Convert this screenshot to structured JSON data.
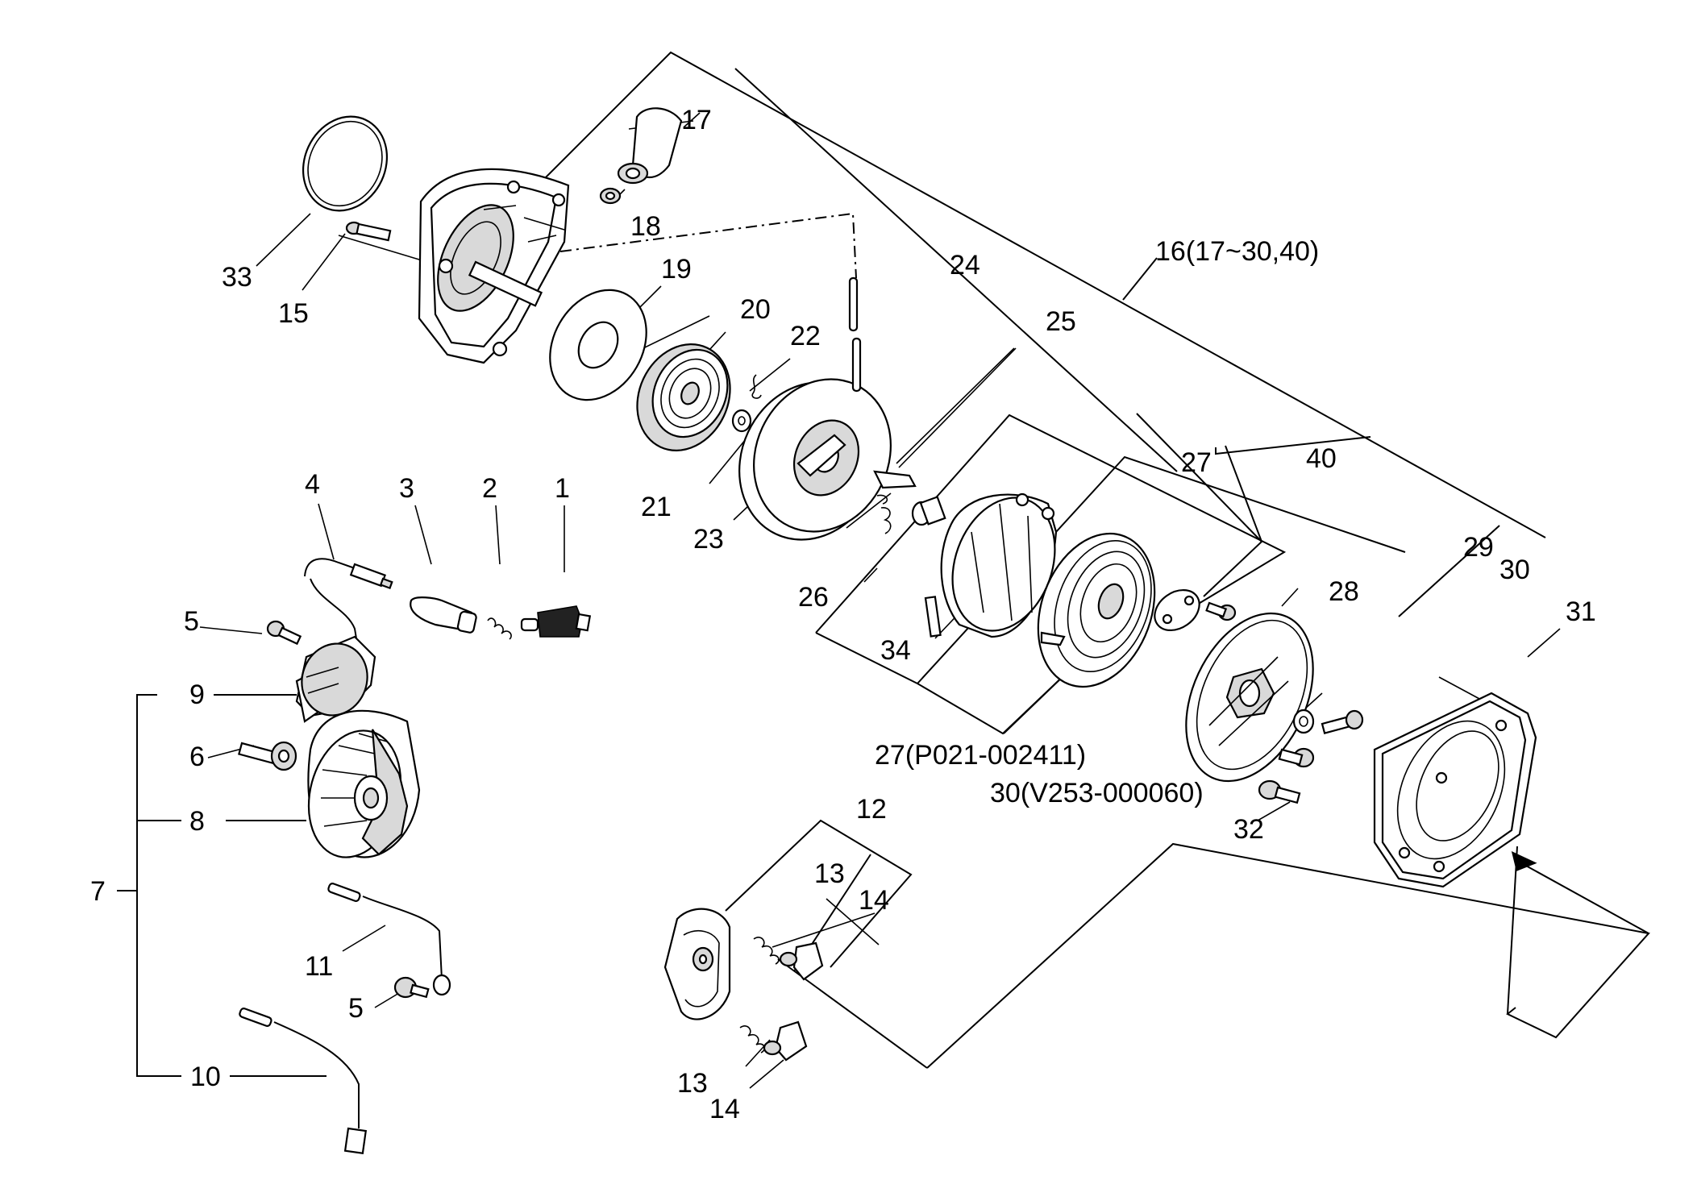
{
  "labels": {
    "l1": "1",
    "l2": "2",
    "l3": "3",
    "l4": "4",
    "l5a": "5",
    "l5b": "5",
    "l6": "6",
    "l7": "7",
    "l8": "8",
    "l9": "9",
    "l10": "10",
    "l11": "11",
    "l12": "12",
    "l13a": "13",
    "l13b": "13",
    "l14a": "14",
    "l14b": "14",
    "l15": "15",
    "l16": "16(17~30,40)",
    "l17": "17",
    "l18": "18",
    "l19": "19",
    "l20": "20",
    "l21": "21",
    "l22": "22",
    "l23": "23",
    "l24": "24",
    "l25": "25",
    "l26": "26",
    "l27a": "27",
    "l27b": "27(P021-002411)",
    "l28": "28",
    "l29": "29",
    "l30a": "30",
    "l30b": "30(V253-000060)",
    "l31": "31",
    "l32": "32",
    "l33": "33",
    "l34": "34",
    "l40": "40"
  }
}
